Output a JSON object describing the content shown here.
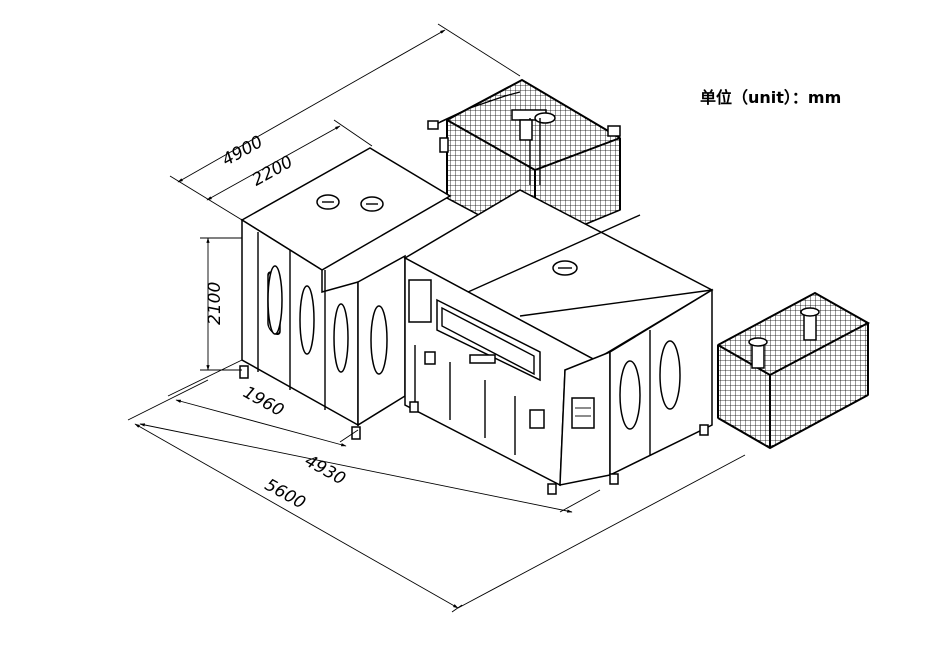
{
  "unit_label": "单位（unit）：mm",
  "dimensions": {
    "depth_total": "4900",
    "depth_upper": "2200",
    "height": "2100",
    "width_small": "1960",
    "width_mid": "4930",
    "width_total": "5600"
  }
}
